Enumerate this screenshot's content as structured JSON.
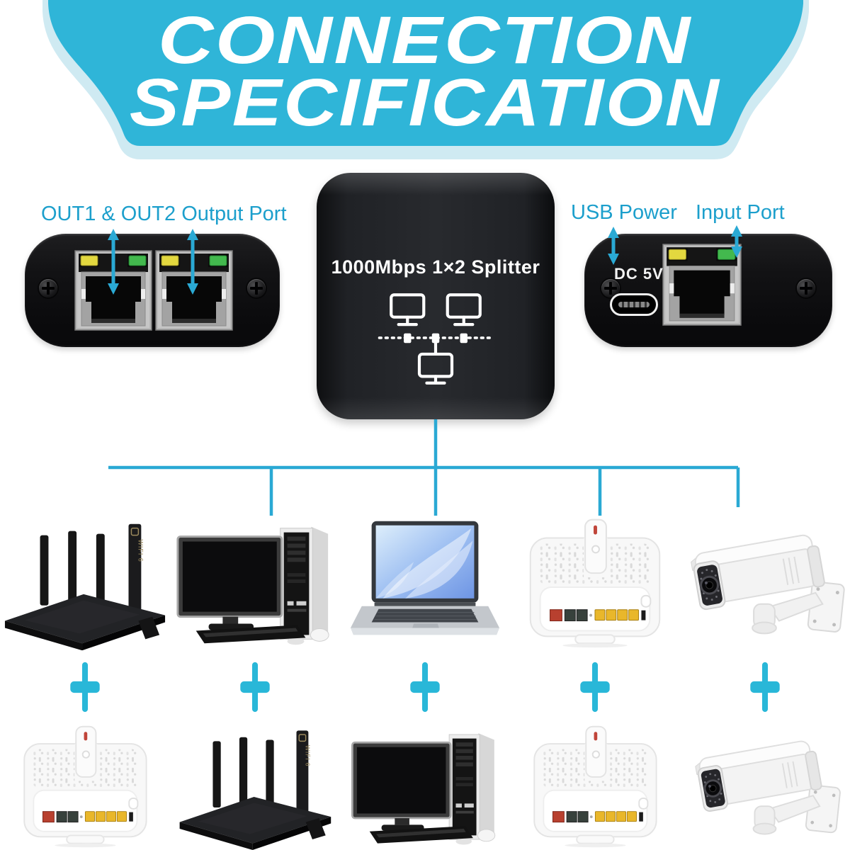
{
  "header": {
    "title_line1": "CONNECTION",
    "title_line2": "SPECIFICATION"
  },
  "diagram": {
    "output_label": "OUT1 & OUT2 Output Port",
    "usb_power_label": "USB Power",
    "input_port_label": "Input Port",
    "dc_label": "DC 5V",
    "splitter_title": "1000Mbps 1×2 Splitter"
  },
  "devices": {
    "row1": [
      "wifi-router",
      "desktop-computer",
      "laptop",
      "modem-router",
      "security-camera"
    ],
    "row2": [
      "modem-router",
      "wifi-router",
      "desktop-computer",
      "modem-router",
      "security-camera"
    ]
  },
  "icons": {
    "plus_separator": "plus-icon",
    "splitter_graphic": "network-split-icon"
  },
  "colors": {
    "banner": "#2fb5d8",
    "banner_shadow": "#cfeaf2",
    "title_text": "#ffffff",
    "label_text": "#1c9fcc",
    "connection_line": "#2aa9d4",
    "plus_sign": "#29b7d8",
    "device_panel": "#0e0e10",
    "led_yellow": "#e3d83f",
    "led_green": "#43b94e",
    "port_red": "#b8402f",
    "port_yellow": "#e9b72b"
  }
}
